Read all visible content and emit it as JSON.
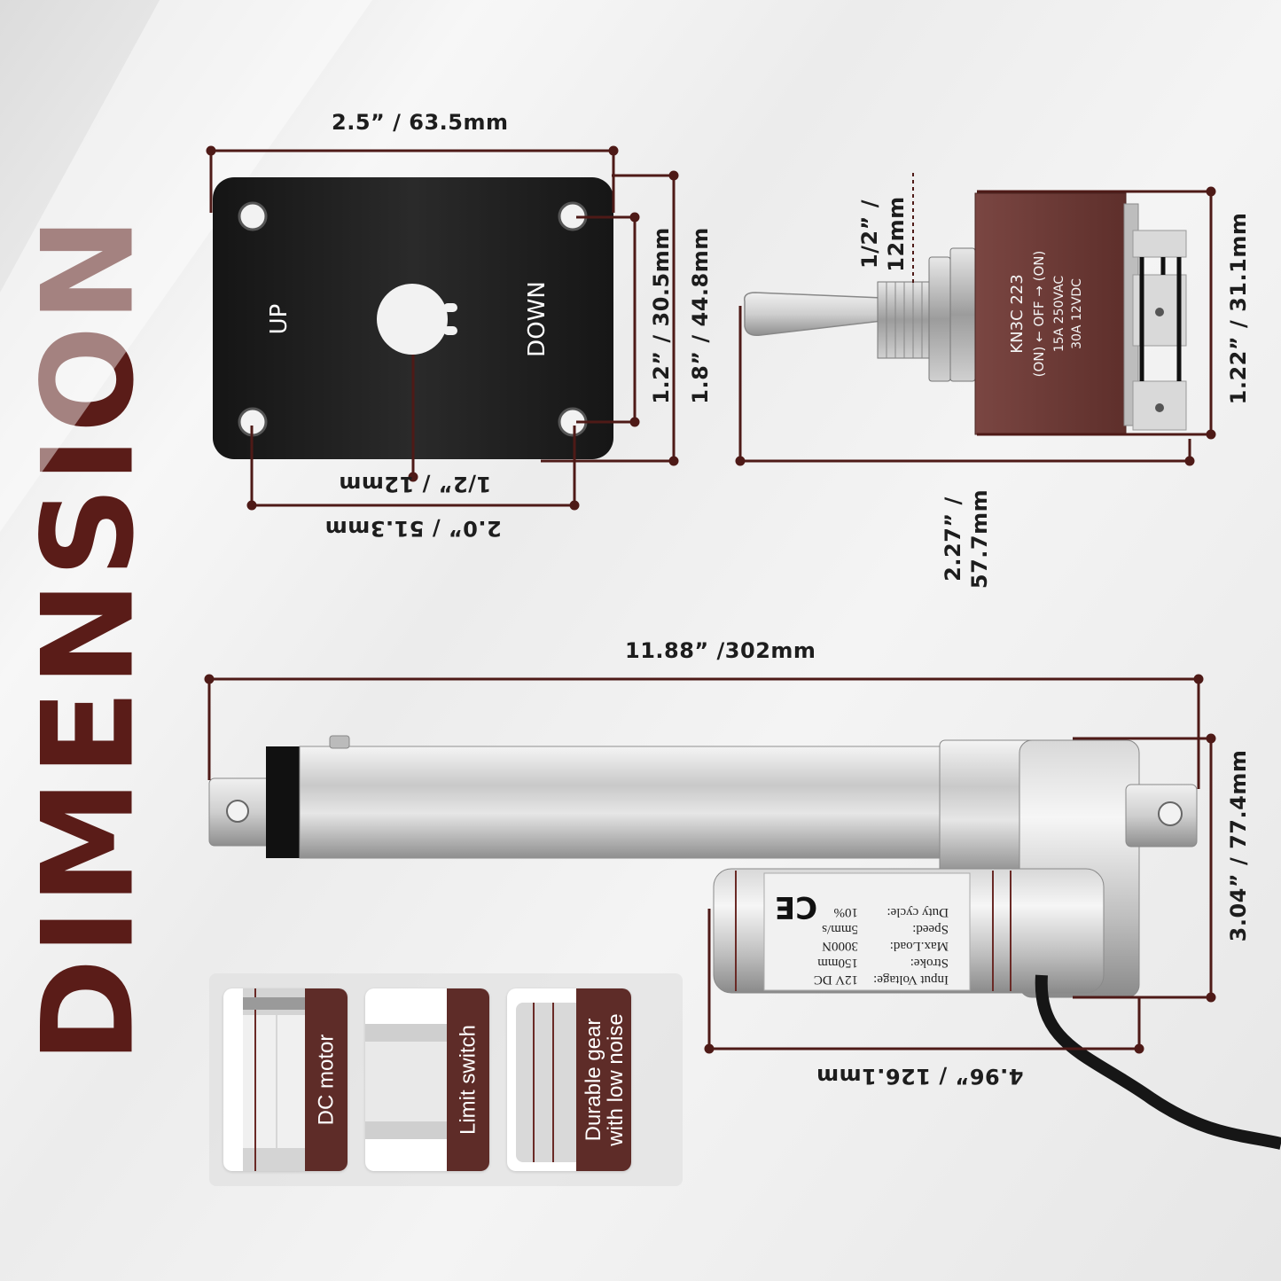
{
  "title": "DIMENSION",
  "colors": {
    "accent": "#5a1c18",
    "dimension_line": "#4e1a17",
    "panel": "#1e1e1e",
    "switch_body": "#6e3b37"
  },
  "panel": {
    "width_label": "2.5”  / 63.5mm",
    "hole_height_label": "1.2”  / 30.5mm",
    "height_label": "1.8”  / 44.8mm",
    "hole_label": "1/2”  / 12mm",
    "hole_spacing_label": "2.0”  / 51.3mm",
    "up_label": "UP",
    "down_label": "DOWN"
  },
  "toggle_switch": {
    "thread_label": "1/2”  / 12mm",
    "height_label": "1.22”  / 31.1mm",
    "length_label": "2.27”  / 57.7mm",
    "model": "KN3C 223",
    "positions": "(ON) ← OFF → (ON)",
    "rating_1": "15A 250VAC",
    "rating_2": "30A 12VDC"
  },
  "actuator": {
    "length_label": "11.88”  /302mm",
    "height_label": "3.04”  / 77.4mm",
    "motor_label": "4.96”  / 126.1mm",
    "spec_labels": [
      "Input Voltage:",
      "Stroke:",
      "Max.Load:",
      "Speed:",
      "Duty cycle:"
    ],
    "spec_values": [
      "12V DC",
      "150mm",
      "3000N",
      "5mm/s",
      "10%"
    ],
    "ce_mark": "CE"
  },
  "features": [
    {
      "label": "DC motor",
      "icon": "motor-closeup"
    },
    {
      "label": "Limit switch",
      "icon": "switch-closeup"
    },
    {
      "label_line1": "Durable gear",
      "label_line2": "with low noise",
      "icon": "gear-closeup"
    }
  ]
}
